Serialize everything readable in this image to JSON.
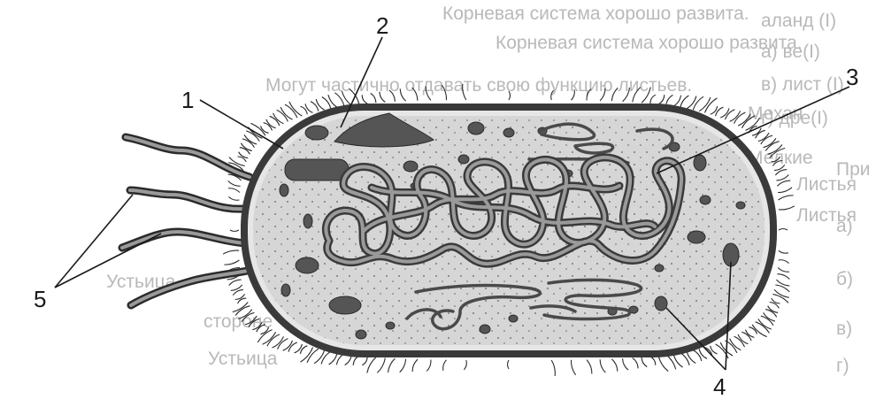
{
  "background_text": [
    "Корневая система хорошо развита.",
    "Могут частично отдавать свою функцию листьев.",
    "Механ",
    "Мелкие",
    "Листья",
    "Листья",
    "Устьица",
    "стороне",
    "Устьица",
    "аланд (I)",
    "а) ве(I)",
    "в) лист (I)",
    "г) дре(I)",
    "При ...",
    "а) ",
    "б) ",
    "в) ",
    "г) "
  ],
  "labels": {
    "l1": "1",
    "l2": "2",
    "l3": "3",
    "l4": "4",
    "l5": "5"
  },
  "colors": {
    "outline": "#2b2b2b",
    "cytoplasm": "#d6d6d6",
    "inclusion": "#555555",
    "nucleoid": "#8a8a8a",
    "background_text": "#b9b9b9"
  }
}
